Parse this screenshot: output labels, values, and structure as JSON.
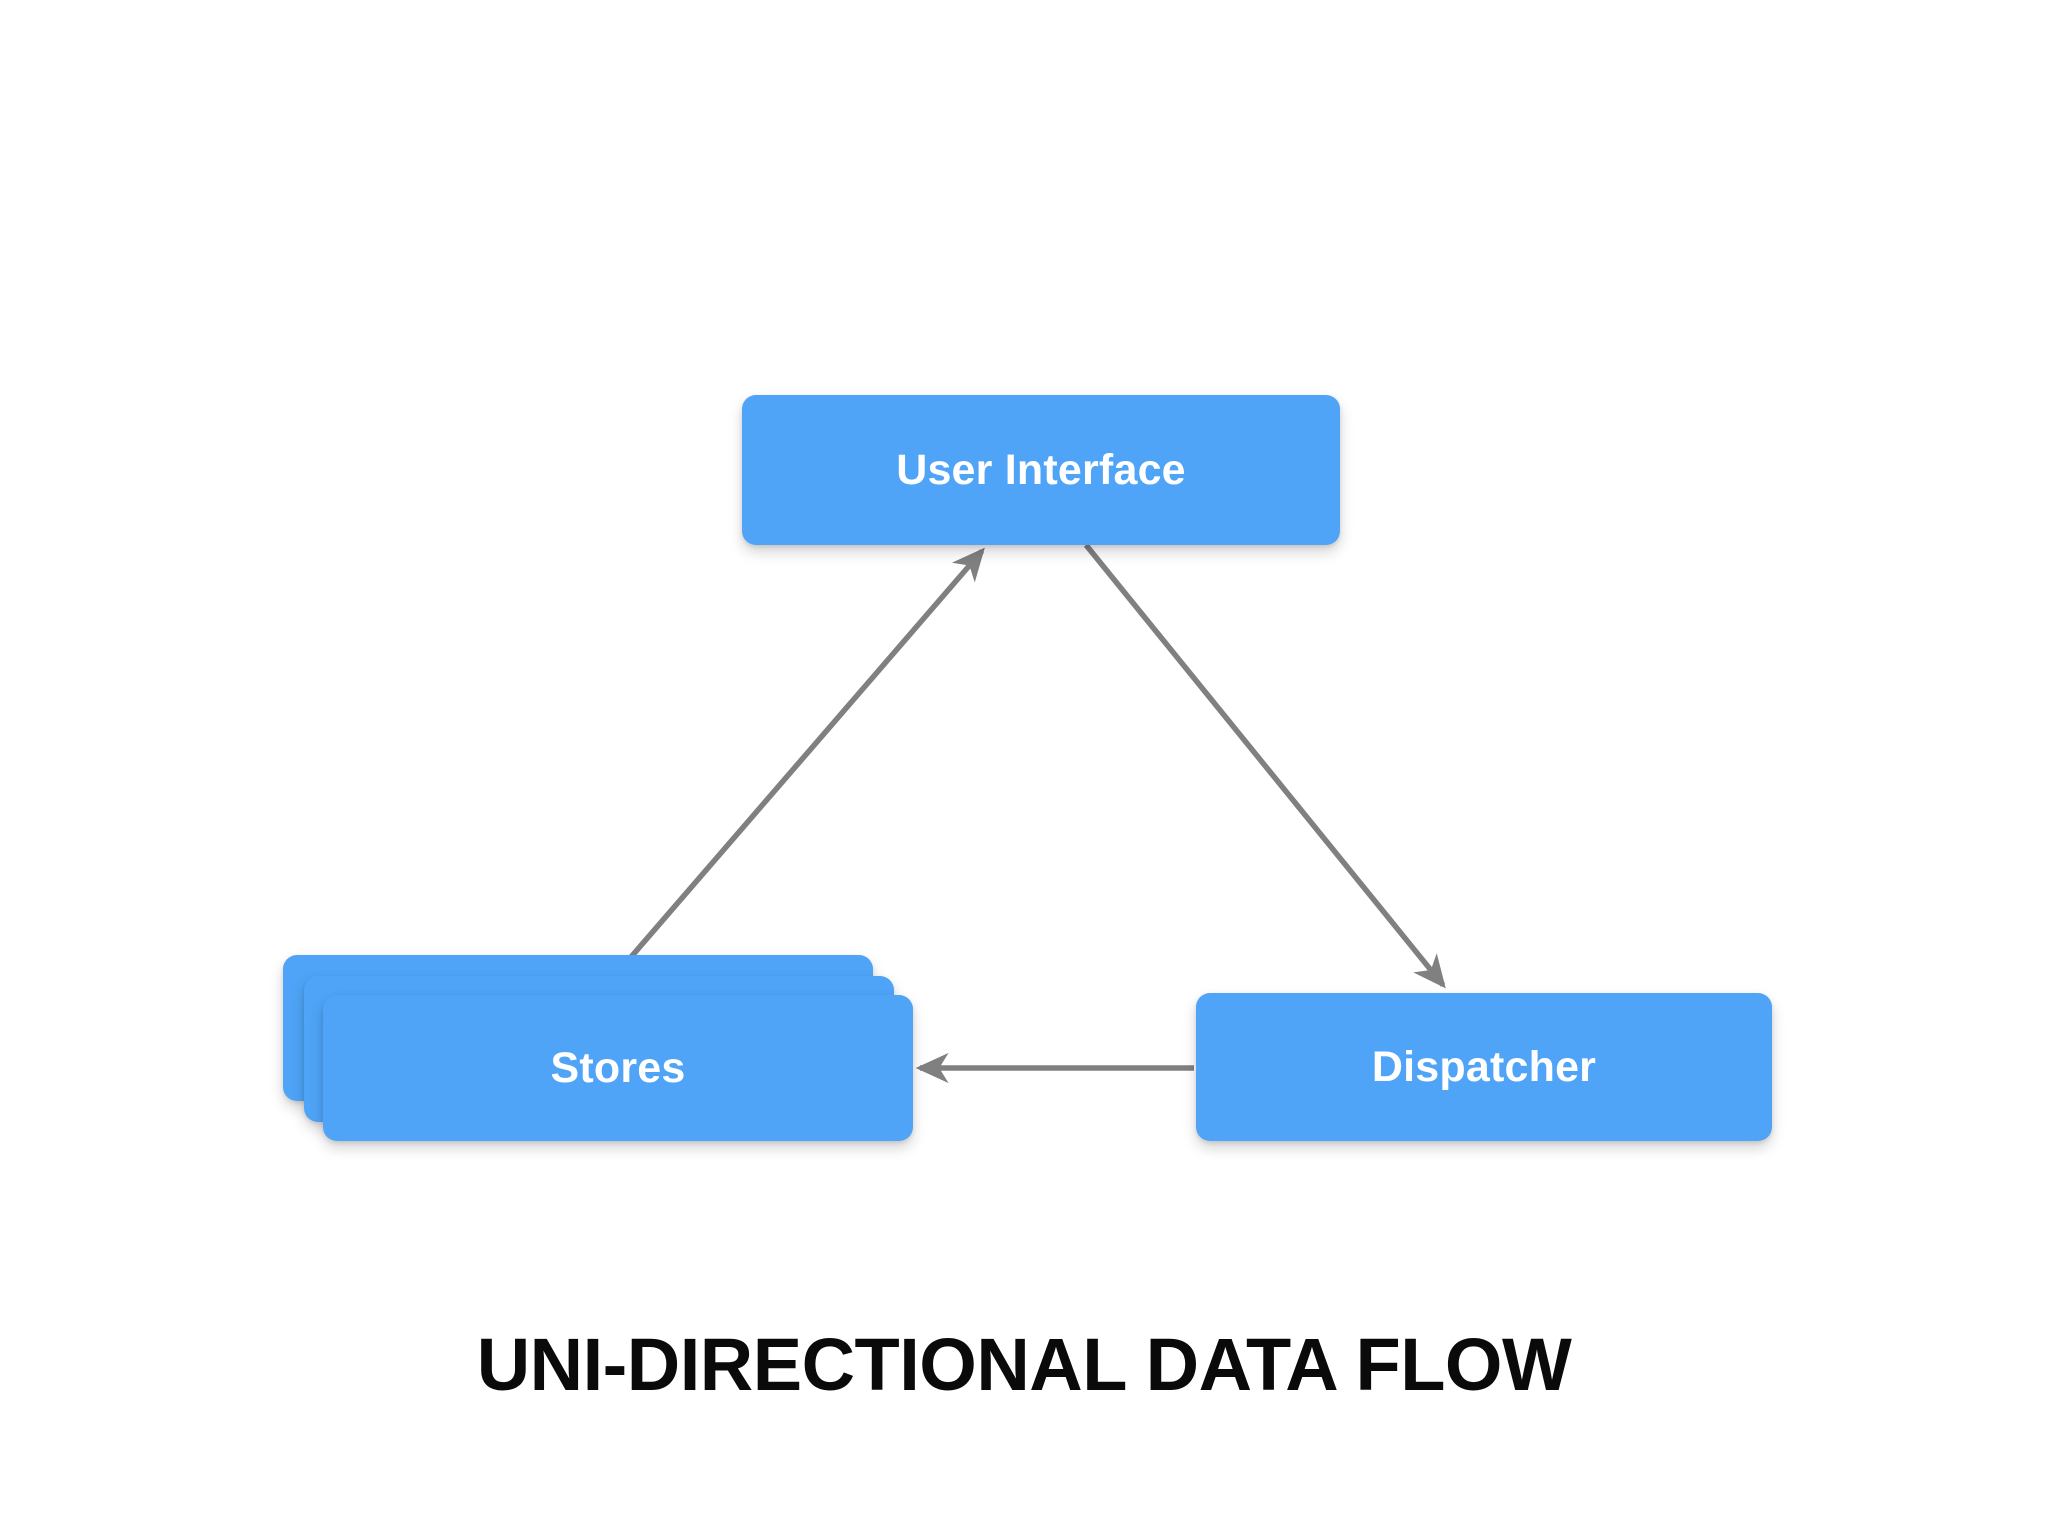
{
  "diagram": {
    "title": "UNI-DIRECTIONAL DATA FLOW",
    "background_color": "#ffffff",
    "node_color": "#4FA4F7",
    "node_text_color": "#ffffff",
    "edge_color": "#808080",
    "caption_color": "#0a0a0a",
    "nodes": [
      {
        "id": "user-interface",
        "label": "User Interface",
        "shape": "rounded-rectangle",
        "stacked": false
      },
      {
        "id": "stores",
        "label": "Stores",
        "shape": "rounded-rectangle",
        "stacked": true,
        "stack_count": 3
      },
      {
        "id": "dispatcher",
        "label": "Dispatcher",
        "shape": "rounded-rectangle",
        "stacked": false
      }
    ],
    "edges": [
      {
        "id": "ui-to-dispatcher",
        "from": "user-interface",
        "to": "dispatcher",
        "direction": "one-way",
        "style": "solid-arrow"
      },
      {
        "id": "dispatcher-to-stores",
        "from": "dispatcher",
        "to": "stores",
        "direction": "one-way",
        "style": "solid-arrow"
      },
      {
        "id": "stores-to-ui",
        "from": "stores",
        "to": "user-interface",
        "direction": "one-way",
        "style": "solid-arrow"
      }
    ]
  }
}
